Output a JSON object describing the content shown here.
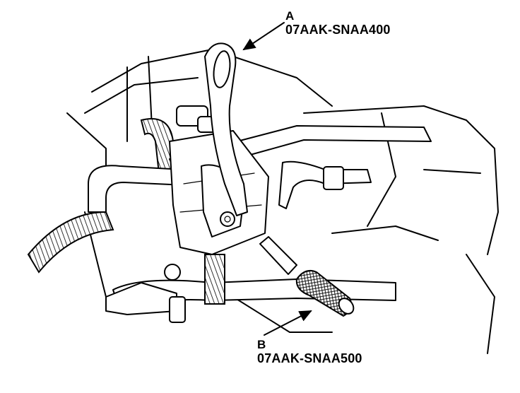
{
  "callouts": {
    "a": {
      "letter": "A",
      "code": "07AAK-SNAA400"
    },
    "b": {
      "letter": "B",
      "code": "07AAK-SNAA500"
    }
  },
  "colors": {
    "line": "#000000",
    "background": "#ffffff"
  }
}
